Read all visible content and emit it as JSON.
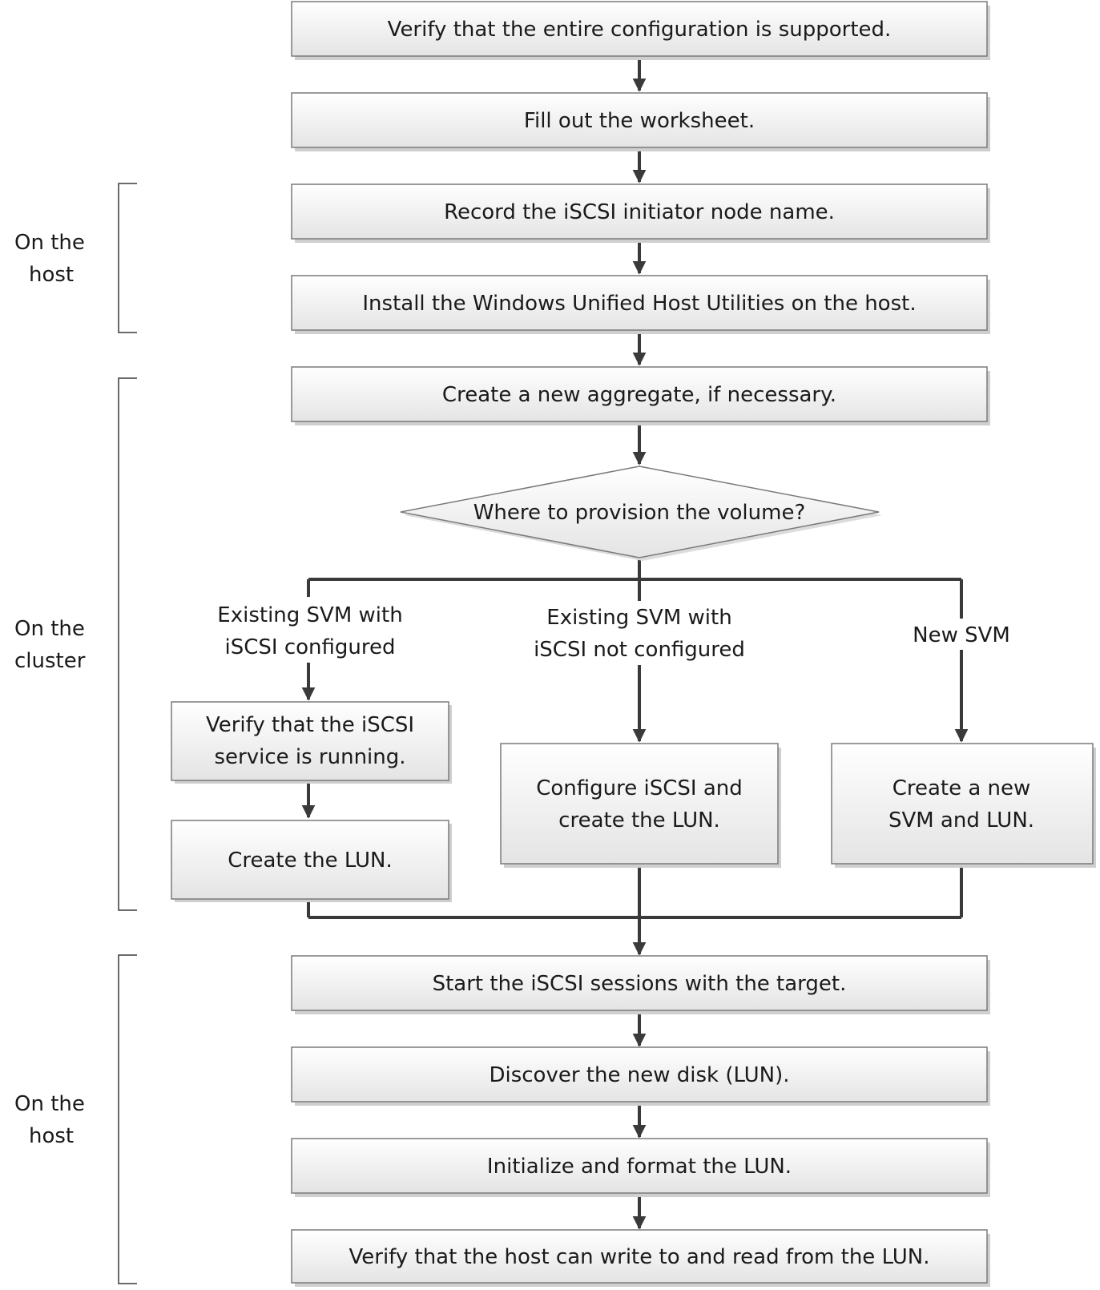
{
  "steps": {
    "verify_config": "Verify that the entire configuration is supported.",
    "fill_worksheet": "Fill out the worksheet.",
    "record_node": "Record the iSCSI initiator node name.",
    "install_utilities": "Install the Windows Unified Host Utilities on the host.",
    "create_aggregate": "Create a new aggregate, if necessary.",
    "decision": "Where to provision the volume?",
    "verify_service_l1": "Verify that the iSCSI",
    "verify_service_l2": "service is running.",
    "create_lun": "Create the LUN.",
    "configure_l1": "Configure iSCSI and",
    "configure_l2": "create the LUN.",
    "new_svm_l1": "Create a new",
    "new_svm_l2": "SVM and LUN.",
    "start_sessions": "Start the iSCSI sessions with the target.",
    "discover_disk": "Discover the new disk (LUN).",
    "initialize_format": "Initialize and format the LUN.",
    "verify_rw": "Verify that the host can write to and read from the LUN."
  },
  "branches": {
    "existing_configured_l1": "Existing SVM with",
    "existing_configured_l2": "iSCSI configured",
    "existing_not_configured_l1": "Existing SVM with",
    "existing_not_configured_l2": "iSCSI not configured",
    "new_svm": "New SVM"
  },
  "sections": {
    "host_top_l1": "On the",
    "host_top_l2": "host",
    "cluster_l1": "On the",
    "cluster_l2": "cluster",
    "host_bottom_l1": "On the",
    "host_bottom_l2": "host"
  }
}
